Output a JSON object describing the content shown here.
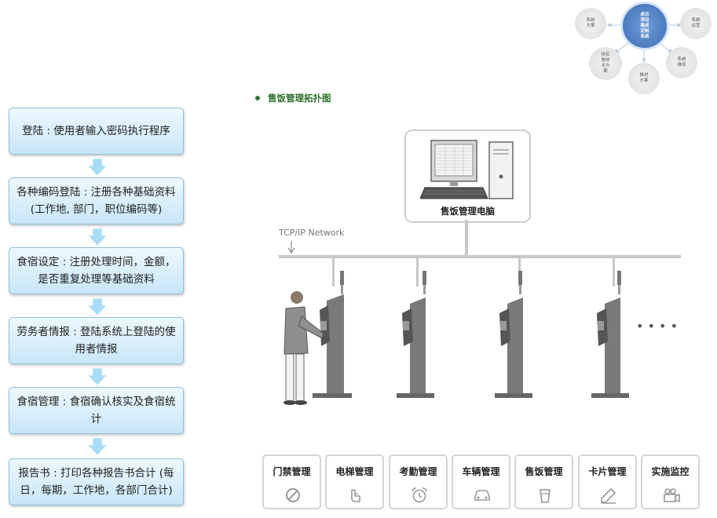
{
  "flow": {
    "steps": [
      {
        "label": "登陆 : 使用者输入密码执行程序"
      },
      {
        "label": "各种编码登陆 : 注册各种基础资料 (工作地, 部门，职位编码等)"
      },
      {
        "label": "食宿设定 : 注册处理时间，金额，是否重复处理等基础资料"
      },
      {
        "label": "劳务者情报 : 登陆系统上登陆的使用者情报"
      },
      {
        "label": "食宿管理 : 食宿确认核实及食宿统计"
      },
      {
        "label": "报告书 : 打印各种报告书合计 (每日，每期，工作地，各部门合计)"
      }
    ]
  },
  "mini_diagram": {
    "center": "成功\n项目\n集成\n定制\n系统",
    "nodes": [
      "系统\n方案",
      "系统\n运营",
      "技实\n施技\n术方\n案",
      "系统\n维修",
      "推进\n方案"
    ]
  },
  "topology": {
    "title": "售饭管理拓扑图",
    "pc_label": "售饭管理电脑",
    "network_label": "TCP/IP Network",
    "more": "• • • •"
  },
  "modules": [
    {
      "label": "门禁管理",
      "icon": "no-entry-icon"
    },
    {
      "label": "电梯管理",
      "icon": "elevator-hand-icon"
    },
    {
      "label": "考勤管理",
      "icon": "alarm-clock-icon"
    },
    {
      "label": "车辆管理",
      "icon": "car-icon"
    },
    {
      "label": "售饭管理",
      "icon": "cup-icon"
    },
    {
      "label": "卡片管理",
      "icon": "card-pen-icon"
    },
    {
      "label": "实施监控",
      "icon": "camera-icon"
    }
  ],
  "colors": {
    "step_border": "#8fc0dc",
    "arrow": "#9fd6f2",
    "title_green": "#2e6f2a"
  }
}
